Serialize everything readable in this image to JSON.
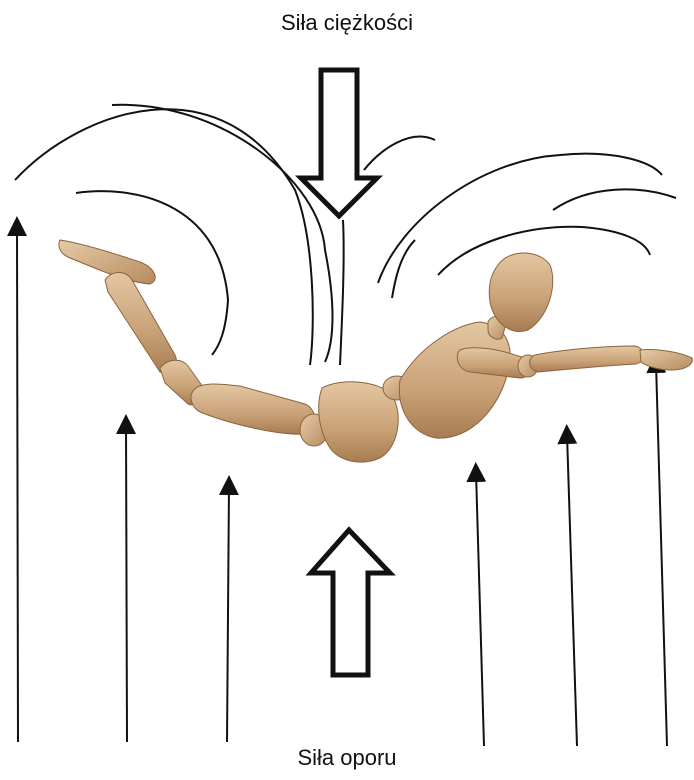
{
  "labels": {
    "gravity": "Siła ciężkości",
    "drag": "Siła oporu"
  },
  "colors": {
    "ink": "#111111",
    "wood_light": "#dcbb95",
    "wood_mid": "#c49a6c",
    "wood_dark": "#9a734b",
    "background": "#ffffff"
  },
  "icons": {
    "gravity_arrow": "block-arrow-down",
    "drag_arrow": "block-arrow-up",
    "airflow": "thin-arrow-up",
    "figure": "wooden-mannequin-skydiver"
  }
}
